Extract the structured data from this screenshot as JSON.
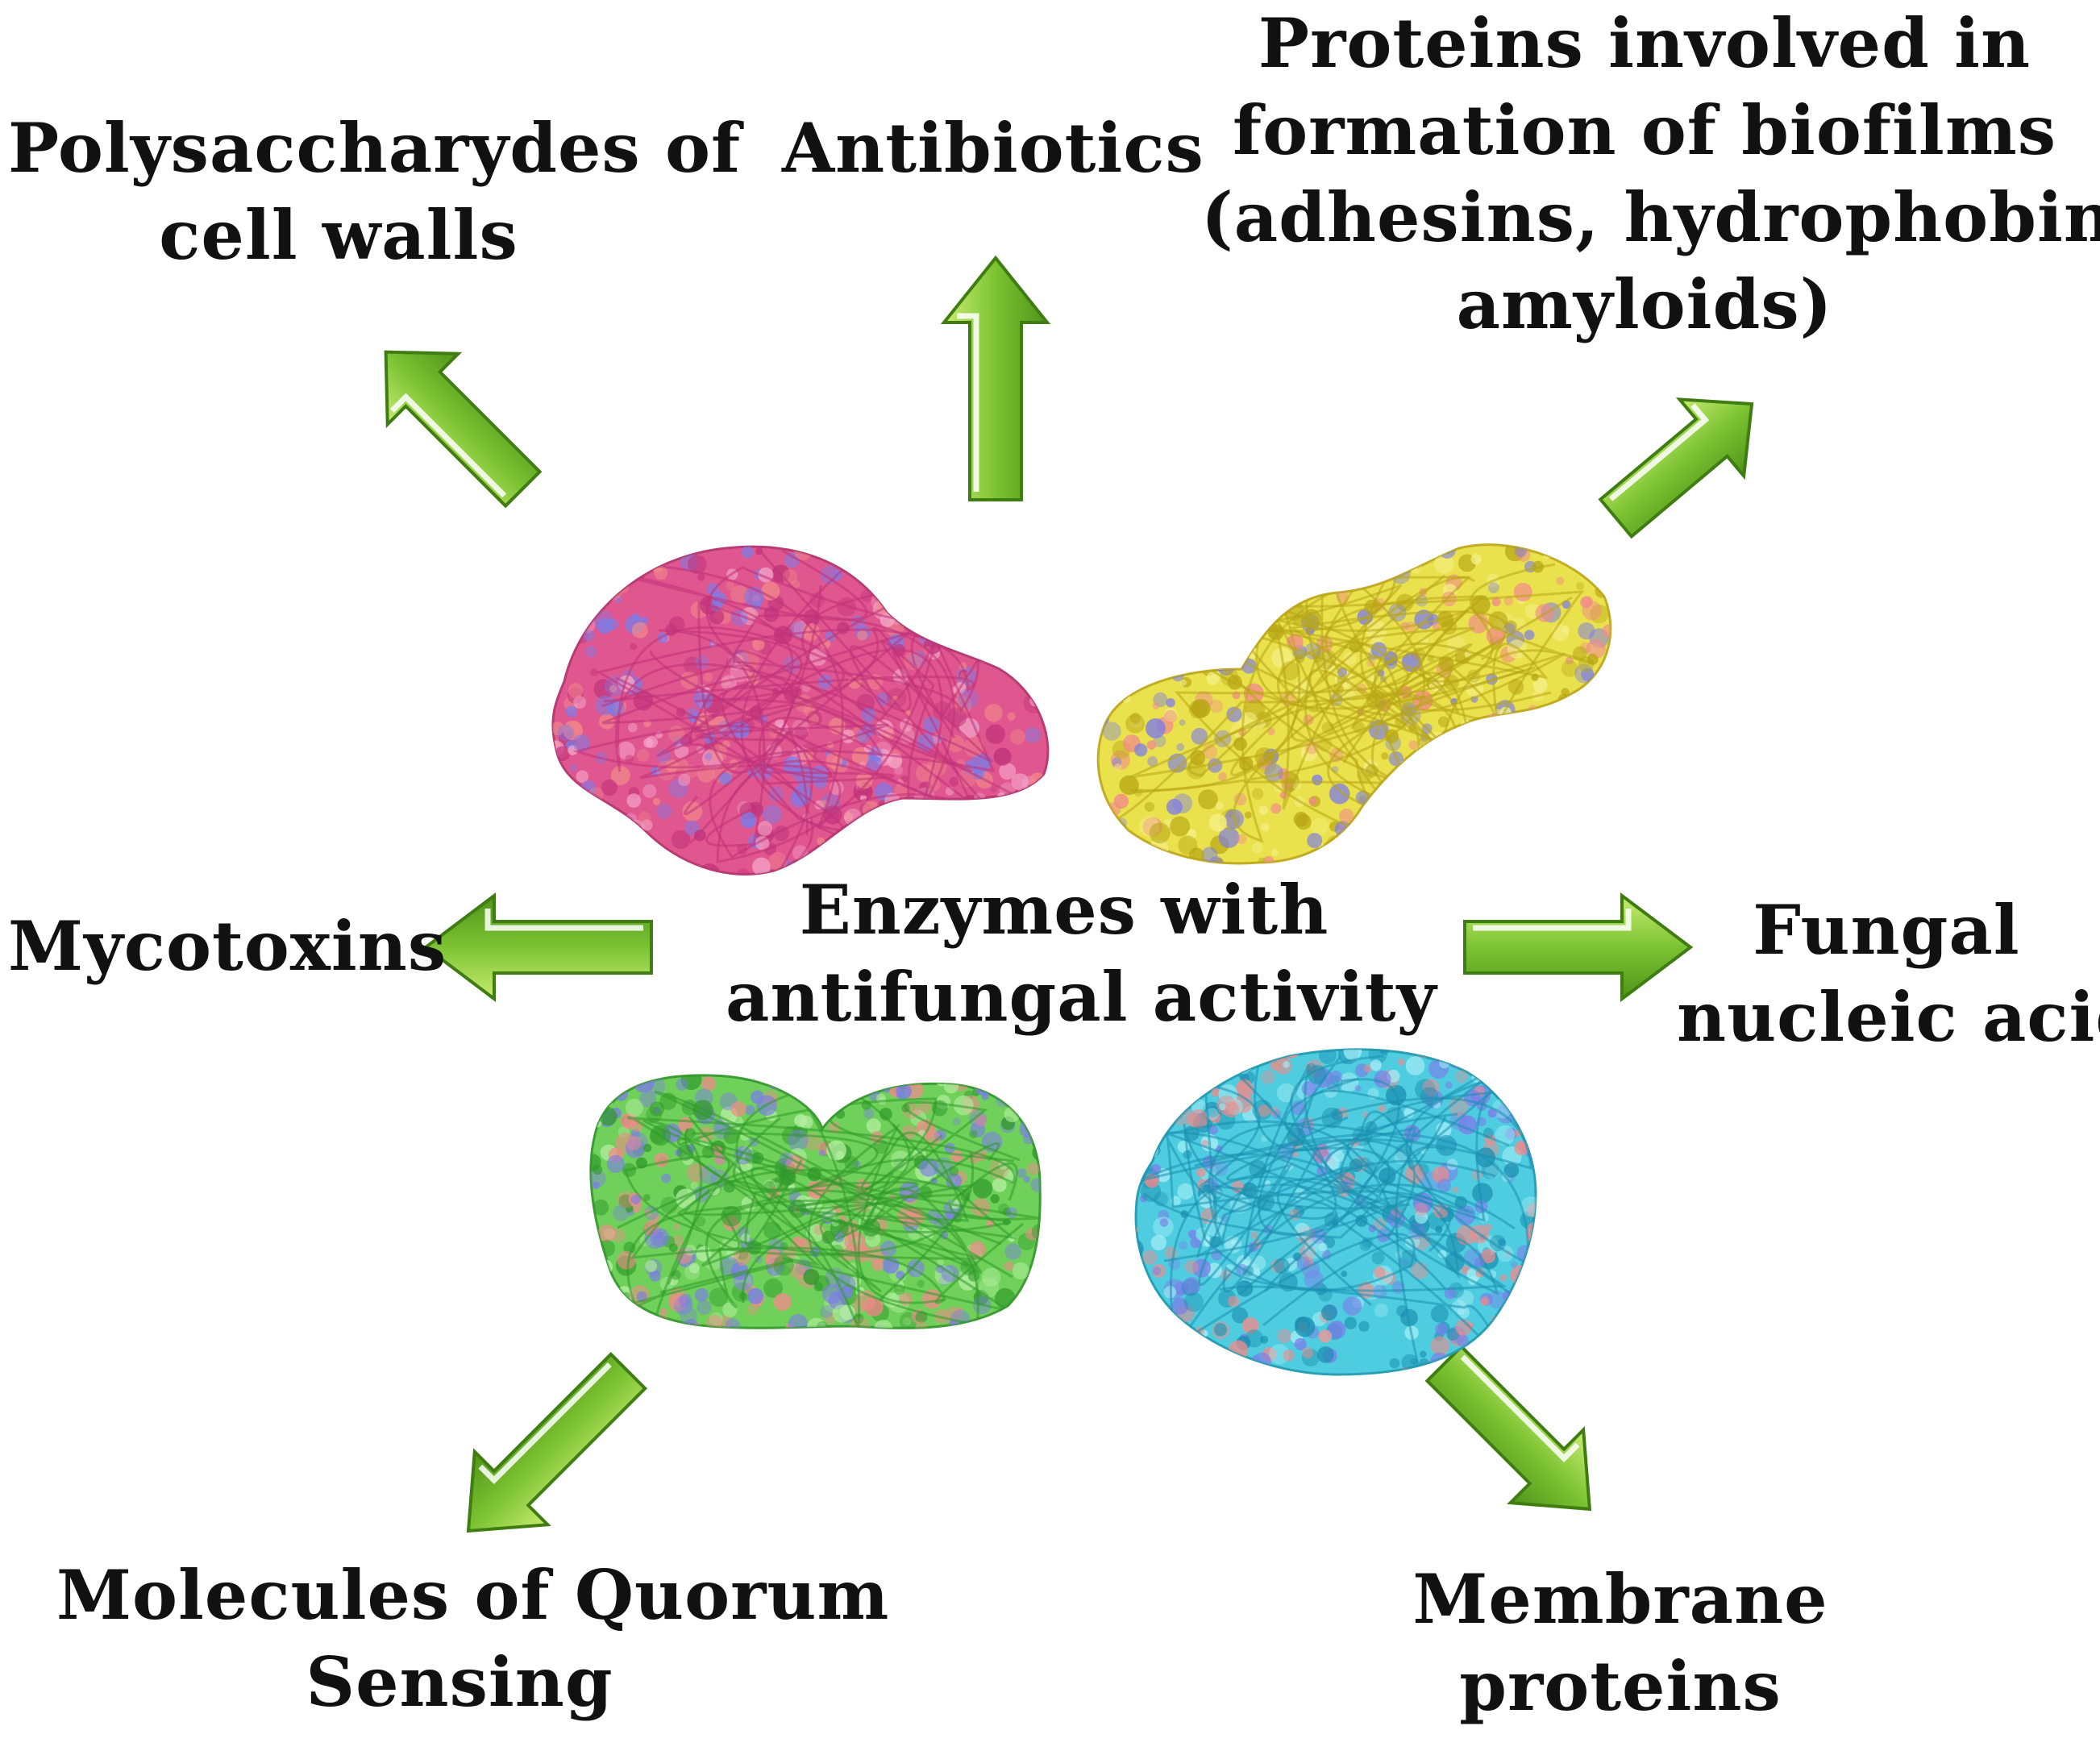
{
  "center": {
    "lines": [
      "Enzymes with",
      "antifungal activity"
    ]
  },
  "targets": {
    "polysaccharides": {
      "lines": [
        "Polysaccharydes of",
        "cell walls"
      ]
    },
    "antibiotics": {
      "lines": [
        "Antibiotics"
      ]
    },
    "biofilm_proteins": {
      "lines": [
        "Proteins involved in",
        "formation of biofilms",
        "(adhesins, hydrophobins,",
        "amyloids)"
      ]
    },
    "mycotoxins": {
      "lines": [
        "Mycotoxins"
      ]
    },
    "nucleic_acids": {
      "lines": [
        "Fungal",
        "nucleic acids"
      ]
    },
    "quorum_sensing": {
      "lines": [
        "Molecules of Quorum",
        "Sensing"
      ]
    },
    "membrane_proteins": {
      "lines": [
        "Membrane",
        "proteins"
      ]
    }
  },
  "colors": {
    "arrow_light": "#c8ec72",
    "arrow_mid": "#7cc332",
    "arrow_dark": "#4f9419",
    "protein_magenta": "#e0568f",
    "protein_yellow": "#e9e24c",
    "protein_green": "#6fd15a",
    "protein_cyan": "#4fcde0",
    "surface_red": "#f28a8a",
    "surface_blue": "#7c7ce8"
  },
  "icons": [
    "arrow-icon",
    "protein-structure-icon"
  ]
}
